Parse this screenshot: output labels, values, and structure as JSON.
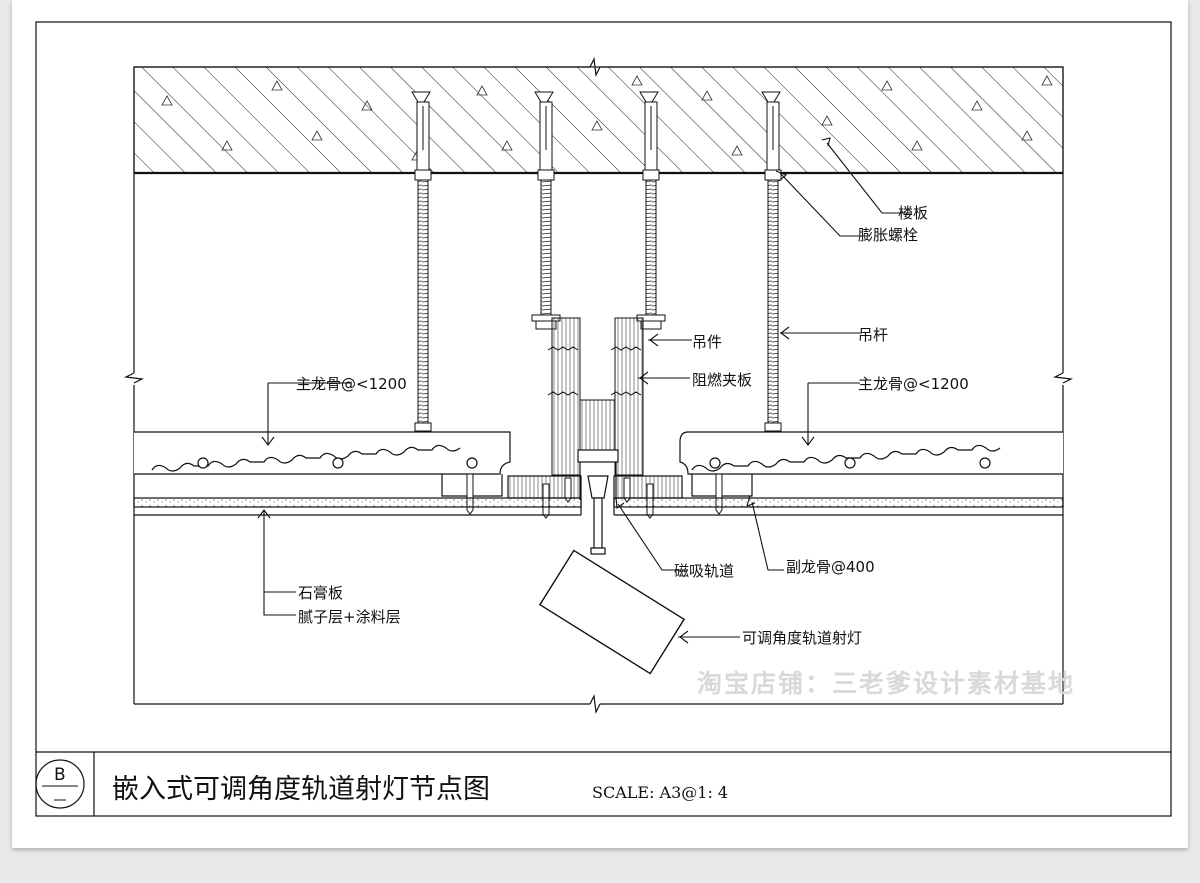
{
  "drawing": {
    "title": "嵌入式可调角度轨道射灯节点图",
    "scale": "SCALE: A3@1: 4",
    "detail_tag": "B",
    "watermark": "淘宝店铺：三老爹设计素材基地"
  },
  "labels": {
    "floor_slab": "楼板",
    "expansion_bolt": "膨胀螺栓",
    "hanger_piece": "吊件",
    "hanger_rod": "吊杆",
    "fire_retardant_board": "阻燃夹板",
    "main_keel_left": "主龙骨@<1200",
    "main_keel_right": "主龙骨@<1200",
    "gypsum_board": "石膏板",
    "putty_coating": "腻子层+涂料层",
    "magnetic_track": "磁吸轨道",
    "secondary_keel": "副龙骨@400",
    "track_spotlight": "可调角度轨道射灯"
  }
}
